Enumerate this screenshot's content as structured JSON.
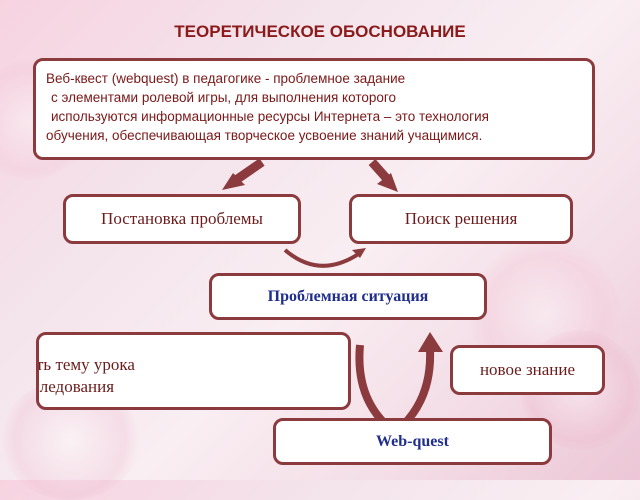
{
  "title": "ТЕОРЕТИЧЕСКОЕ ОБОСНОВАНИЕ",
  "definition": {
    "line1": "Веб-квест (webquest) в педагогике - проблемное задание",
    "line2": " с элементами ролевой игры, для выполнения которого",
    "line3": " используются информационные ресурсы Интернета – это технология",
    "line4": "обучения, обеспечивающая творческое усвоение знаний учащимися."
  },
  "nodes": {
    "problem_statement": "Постановка проблемы",
    "solution_search": "Поиск решения",
    "problem_situation": "Проблемная ситуация",
    "topic_line1": "ировать тему урока",
    "topic_line2": "ля исследования",
    "new_knowledge": "новое знание",
    "webquest": "Web-quest"
  },
  "colors": {
    "accent": "#8b3a3e",
    "title_text": "#8b1a1a",
    "highlight_text": "#1f2e8c"
  }
}
